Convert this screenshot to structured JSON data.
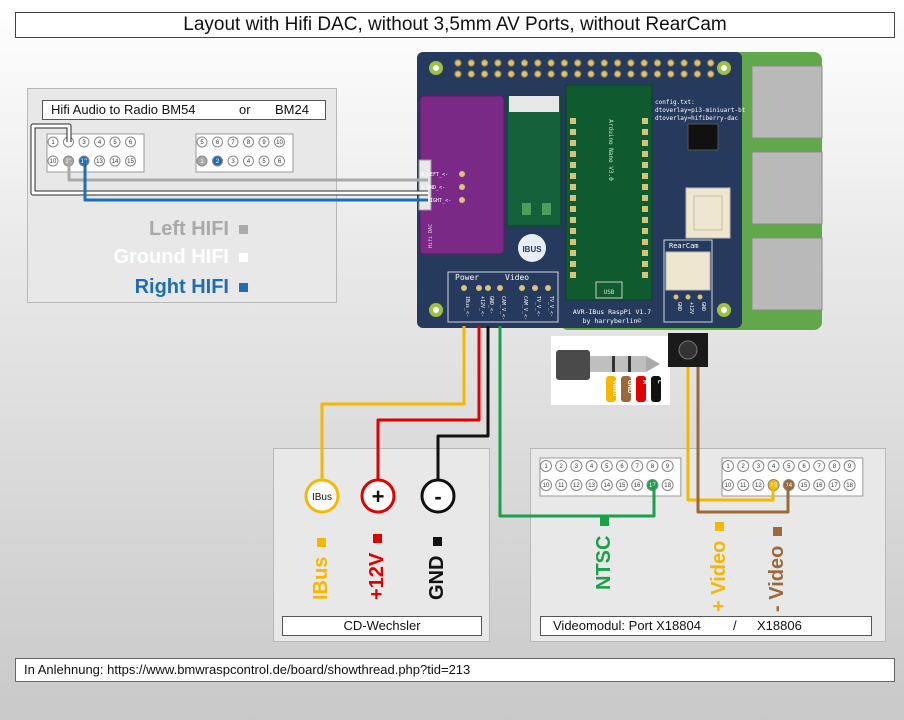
{
  "title": "Layout with Hifi DAC, without 3,5mm AV Ports, without RearCam",
  "hifi_panel": {
    "caption_left": "Hifi Audio to Radio BM54",
    "caption_or": "or",
    "caption_right": "BM24",
    "bm54_pins_top": [
      "1",
      "2",
      "3",
      "4",
      "5",
      "6"
    ],
    "bm54_pins_bottom": [
      "10",
      "11",
      "12",
      "13",
      "14",
      "15"
    ],
    "bm24_pins_top": [
      "5",
      "6",
      "7",
      "8",
      "9",
      "10"
    ],
    "bm24_pins_bottom": [
      "1",
      "2",
      "3",
      "4",
      "5",
      "6"
    ],
    "legend": [
      {
        "label": "Left HIFI",
        "color": "#a9a9a9"
      },
      {
        "label": "Ground HIFI",
        "color": "#ffffff"
      },
      {
        "label": "Right HIFI",
        "color": "#1f6db5"
      }
    ]
  },
  "board": {
    "dac_pins": [
      "A_LEFT_<-",
      "A_GND_<-",
      "A_RIGHT_<-"
    ],
    "dac_label": "Hifi DAC",
    "config_text": [
      "config.txt:",
      "dtoverlay=pi3-miniuart-bt",
      "dtoverlay=hifiberry-dac"
    ],
    "nano_label": "Arduino Nano V3.0",
    "usb_label": "USB",
    "ibus_logo": "IBUS",
    "power_label": "Power",
    "video_label": "Video",
    "rearcam_label": "RearCam",
    "power_pins": [
      "IBus_<-",
      "+12V_<-",
      "GND_<-"
    ],
    "video_pins": [
      "CAM_V_<-",
      "CAM_V_<-",
      "TV_V_<-",
      "TV_V_<-"
    ],
    "rearcam_pins": [
      "GND",
      "+12V",
      "GND"
    ],
    "pcb_name": "AVR-IBus RaspPi V1.7",
    "pcb_author": "by harryberlin©"
  },
  "jack_labels": [
    "Video",
    "GND",
    "R",
    "L"
  ],
  "cd_panel": {
    "caption": "CD-Wechsler",
    "connectors": [
      {
        "symbol": "IBus",
        "label": "IBus",
        "color": "#f5b800"
      },
      {
        "symbol": "+",
        "label": "+12V",
        "color": "#e00000"
      },
      {
        "symbol": "-",
        "label": "GND",
        "color": "#111111"
      }
    ]
  },
  "video_panel": {
    "caption_left": "Videomodul:  Port X18804",
    "caption_sep": "/",
    "caption_right": "X18806",
    "x18804_top": [
      "1",
      "2",
      "3",
      "4",
      "5",
      "6",
      "7",
      "8",
      "9"
    ],
    "x18804_bottom": [
      "10",
      "11",
      "12",
      "13",
      "14",
      "15",
      "16",
      "17",
      "18"
    ],
    "x18806_top": [
      "1",
      "2",
      "3",
      "4",
      "5",
      "6",
      "7",
      "8",
      "9"
    ],
    "x18806_bottom": [
      "10",
      "11",
      "12",
      "13",
      "14",
      "15",
      "16",
      "17",
      "18"
    ],
    "labels": [
      {
        "label": "NTSC",
        "color": "#1aa04a"
      },
      {
        "label": "+ Video",
        "color": "#f5b800"
      },
      {
        "label": "- Video",
        "color": "#9a6a3a"
      }
    ]
  },
  "footer": "In Anlehnung: https://www.bmwraspcontrol.de/board/showthread.php?tid=213"
}
